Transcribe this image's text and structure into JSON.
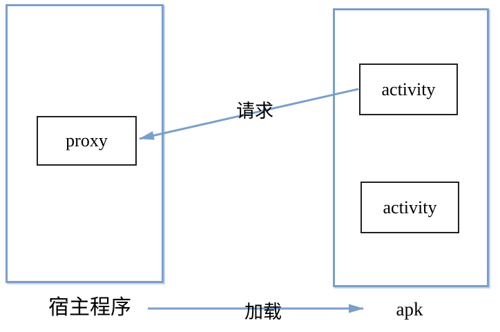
{
  "diagram": {
    "title": "plugin proxy loading diagram",
    "containers": {
      "host": {
        "label": "宿主程序"
      },
      "apk": {
        "label": "apk"
      }
    },
    "nodes": {
      "proxy": {
        "label": "proxy"
      },
      "activity_top": {
        "label": "activity"
      },
      "activity_bottom": {
        "label": "activity"
      }
    },
    "arrows": {
      "request": {
        "label": "请求",
        "from": "activity_top",
        "to": "proxy"
      },
      "load": {
        "label": "加载",
        "from": "host",
        "to": "apk"
      }
    },
    "colors": {
      "frame_border": "#7a9fca",
      "arrow": "#7a9fca",
      "node_border": "#1f1f1f",
      "text": "#000000"
    }
  }
}
